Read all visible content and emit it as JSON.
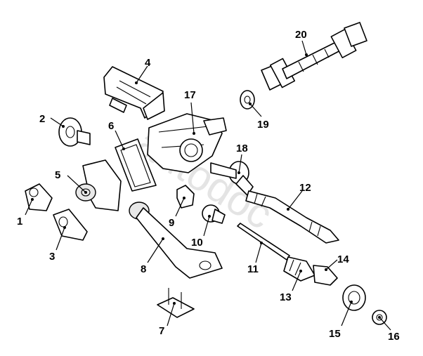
{
  "diagram": {
    "watermark": "autodoc",
    "callouts": [
      "1",
      "2",
      "3",
      "4",
      "5",
      "6",
      "7",
      "8",
      "9",
      "10",
      "11",
      "12",
      "13",
      "14",
      "15",
      "16",
      "17",
      "18",
      "19",
      "20"
    ]
  }
}
